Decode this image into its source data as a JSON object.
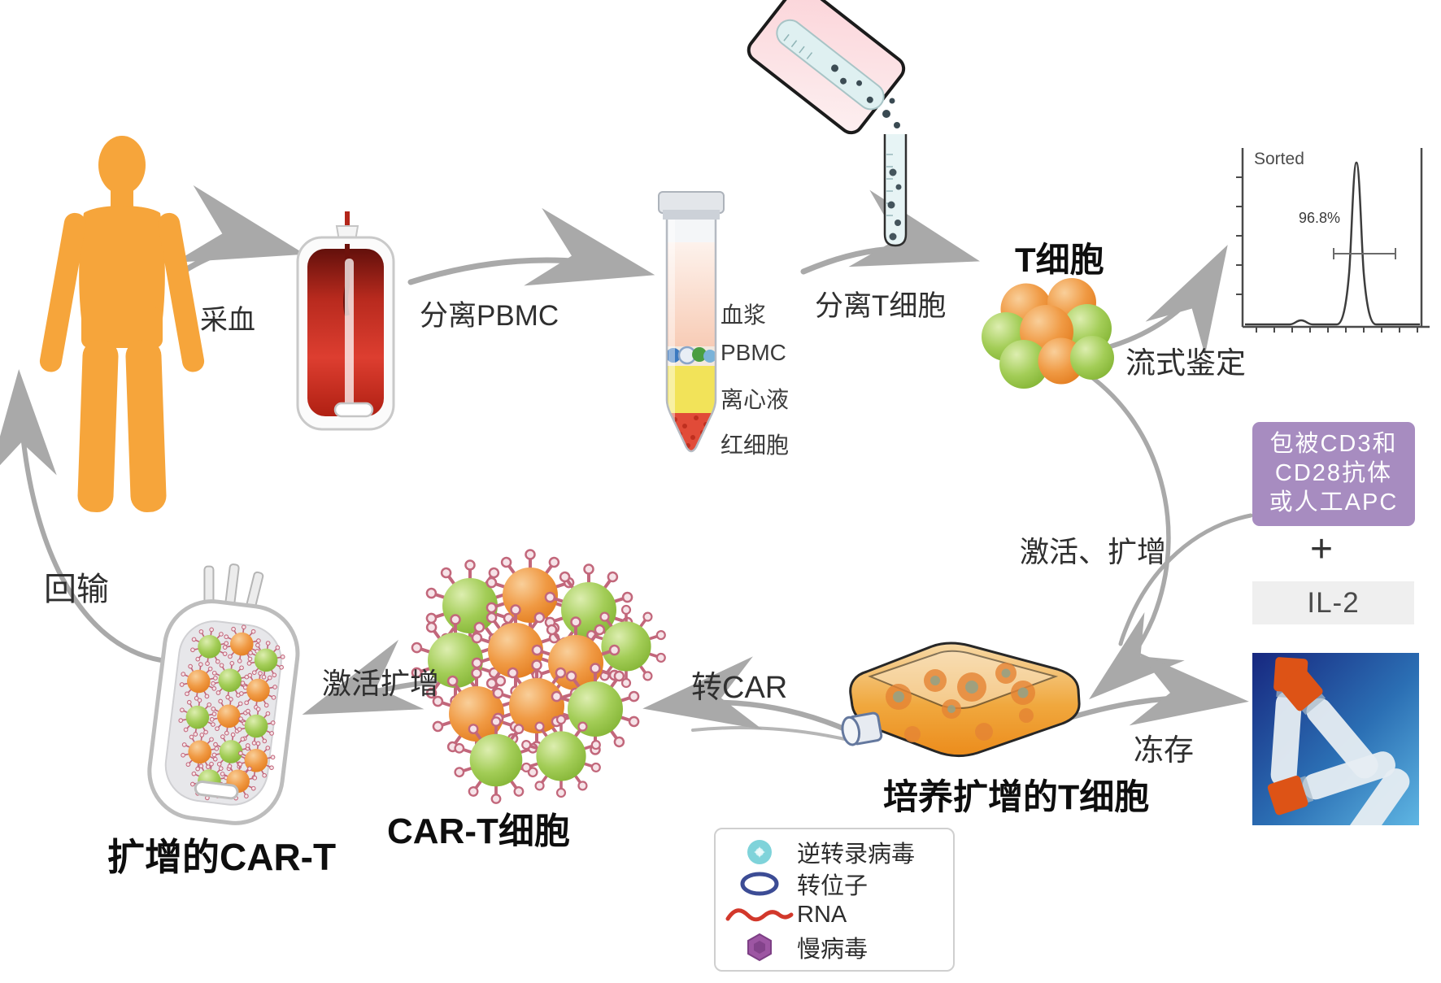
{
  "steps": {
    "draw_blood": "采血",
    "separate_pbmc": "分离PBMC",
    "separate_t_cells": "分离T细胞",
    "flow_identify": "流式鉴定",
    "activate_expand": "激活、扩增",
    "cryopreserve": "冻存",
    "transduce_car": "转CAR",
    "activate_expand_2": "激活扩增",
    "reinfuse": "回输"
  },
  "entities": {
    "t_cell": "T细胞",
    "cultured_t": "培养扩增的T细胞",
    "car_t": "CAR-T细胞",
    "expanded_car_t": "扩增的CAR-T"
  },
  "tube_layers": [
    "血浆",
    "PBMC",
    "离心液",
    "红细胞"
  ],
  "reagent_box": {
    "lines": [
      "包被CD3和",
      "CD28抗体",
      "或人工APC"
    ],
    "bg": "#a78cc0"
  },
  "plus_sign": "+",
  "il2_box": {
    "text": "IL-2",
    "bg": "#efefef"
  },
  "flow_panel": {
    "title": "Sorted",
    "gate_percent": "96.8%"
  },
  "legend": {
    "items": [
      {
        "name": "retrovirus",
        "label": "逆转录病毒",
        "color": "#7fd3da"
      },
      {
        "name": "transposon",
        "label": "转位子",
        "color": "#3c4c95"
      },
      {
        "name": "rna",
        "label": "RNA",
        "color": "#d2382b"
      },
      {
        "name": "lentivirus",
        "label": "慢病毒",
        "color": "#9d56a3"
      }
    ]
  },
  "colors": {
    "figure_orange": "#f6a53b",
    "arrow_gray": "#a9a9a9",
    "blood_red": "#c52b1e",
    "tube_yellow": "#f2e359",
    "plasma_pink": "#f8ccb6",
    "t_cell_orange": "#f09a44",
    "t_cell_green": "#a3cd57",
    "receptor_pink": "#c2677b",
    "reagent_purple": "#a78cc0",
    "il2_gray": "#efefef",
    "photo_blue": "#2b6fb4",
    "cryo_cap_orange": "#dd5316"
  },
  "chart_data": {
    "type": "line",
    "title": "Sorted",
    "annotation": "96.8%",
    "description": "Flow cytometry histogram with a single sharp peak near the right of the axis; horizontal gate bar spans the peak",
    "x_rel": [
      0,
      0.26,
      0.3,
      0.34,
      0.5,
      0.55,
      0.6,
      0.63,
      0.66,
      0.71,
      0.75,
      1.0
    ],
    "y_rel": [
      0,
      0,
      0.03,
      0,
      0,
      0.08,
      0.6,
      1.0,
      0.6,
      0.08,
      0,
      0
    ],
    "gate_rel": {
      "from": 0.49,
      "to": 0.83
    },
    "axis_tick_labels": "none",
    "grid": false,
    "legend_position": "none"
  }
}
